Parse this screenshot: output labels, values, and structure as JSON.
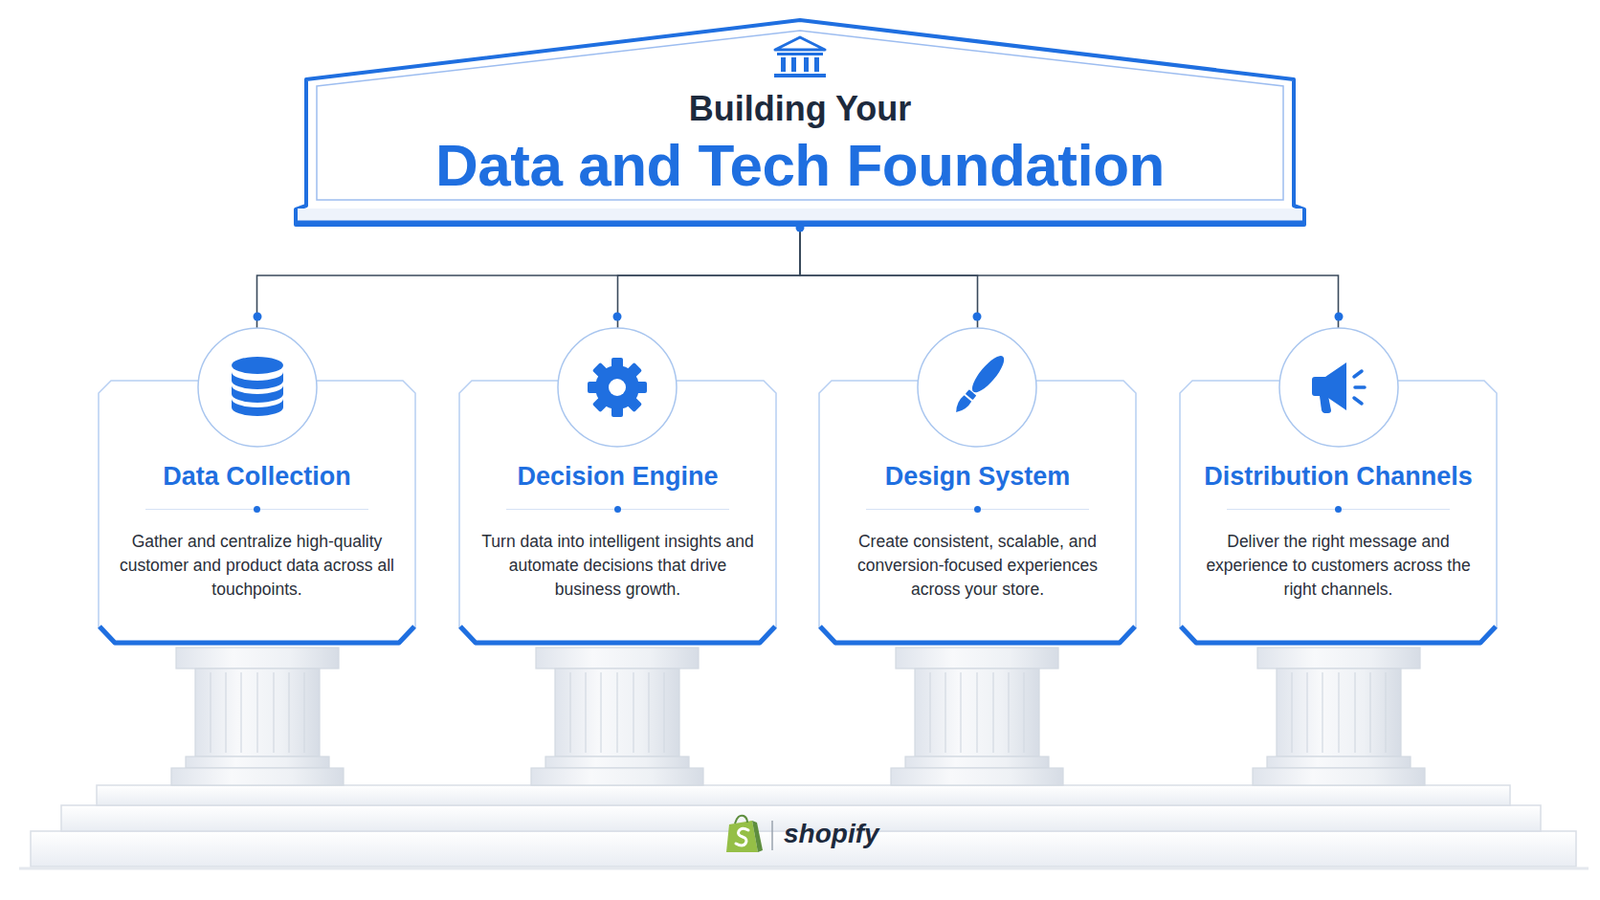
{
  "diagram": {
    "nodes": [
      {
        "text": [
          "Building Your",
          "Data and Tech Foundation"
        ]
      },
      {
        "text": [
          "Data Collection",
          "Gather and centralize high-quality customer and product data across all touchpoints."
        ]
      },
      {
        "text": [
          "Decision Engine",
          "Turn data into intelligent insights and automate decisions that drive business growth."
        ]
      },
      {
        "text": [
          "Design System",
          "Create consistent, scalable, and conversion-focused experiences across your store."
        ]
      },
      {
        "text": [
          "Distribution Channels",
          "Deliver the right message and experience to customers across the right channels."
        ]
      }
    ],
    "edges": [
      {
        "from": 0,
        "to": 1,
        "arrow": "none"
      },
      {
        "from": 0,
        "to": 2,
        "arrow": "none"
      },
      {
        "from": 0,
        "to": 3,
        "arrow": "none"
      },
      {
        "from": 0,
        "to": 4,
        "arrow": "none"
      }
    ],
    "labels": [
      "shopify"
    ]
  }
}
